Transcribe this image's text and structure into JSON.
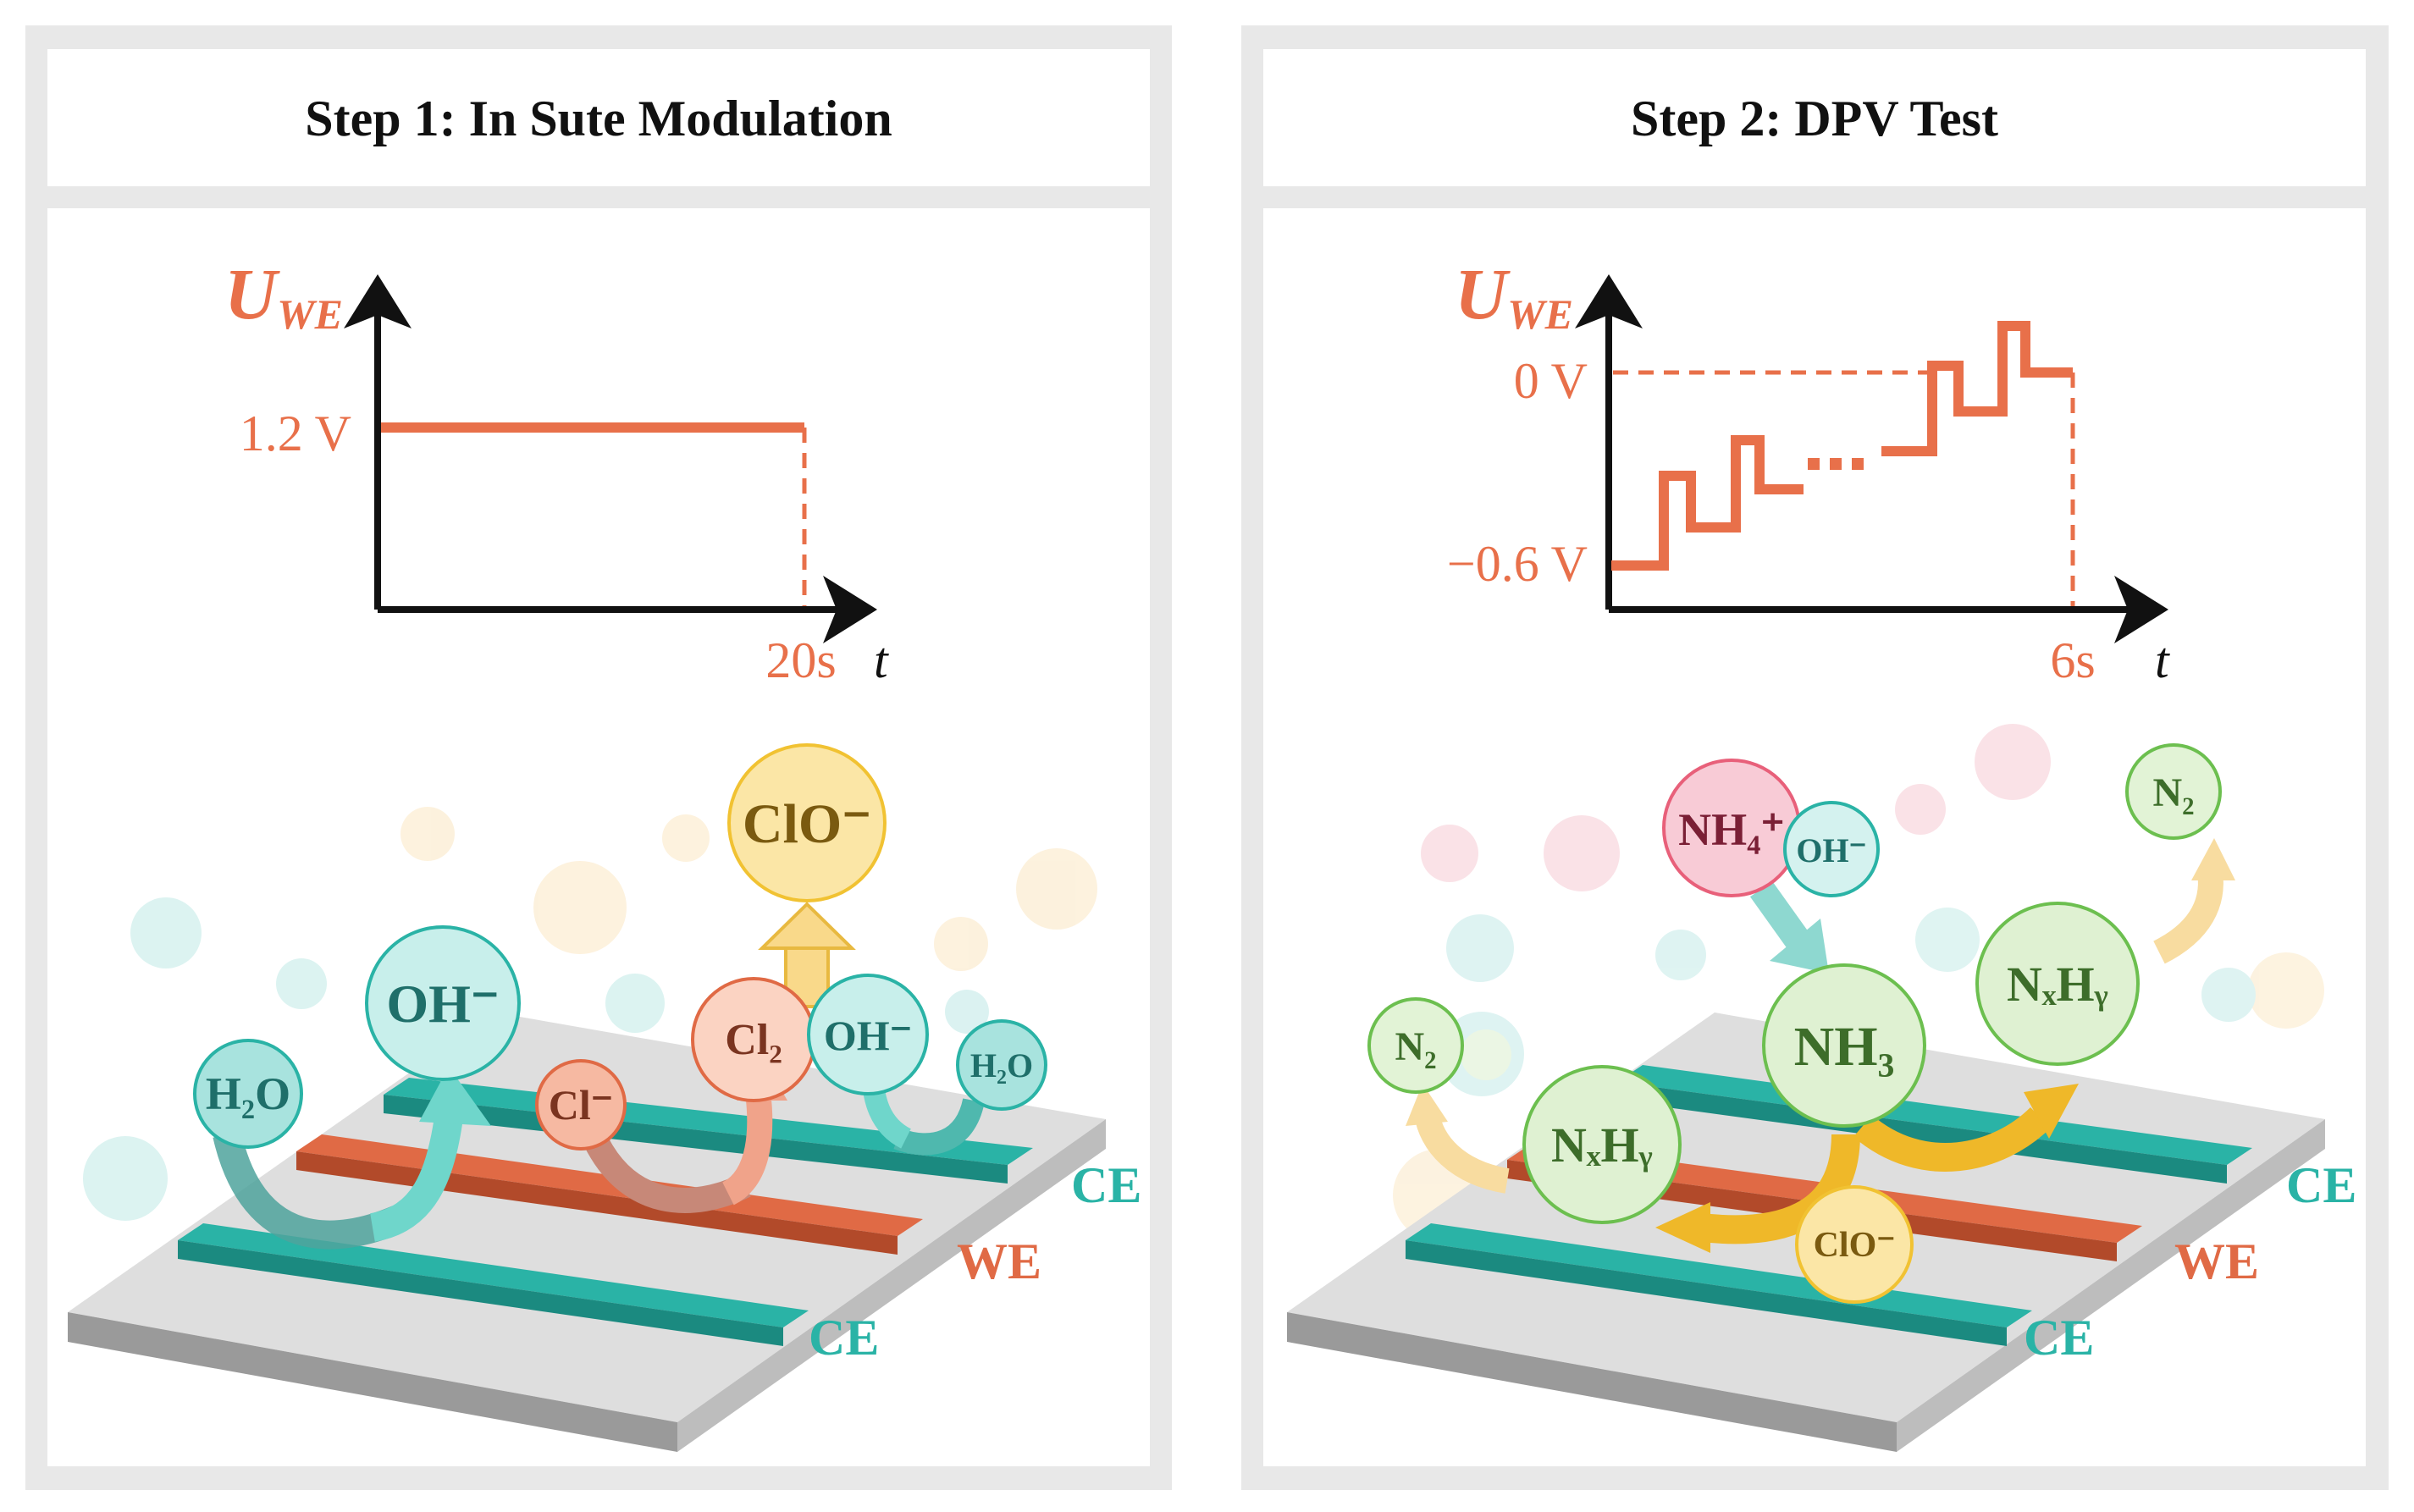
{
  "panels": [
    {
      "title": "Step 1: In Sute Modulation",
      "axis": {
        "y_main": "U",
        "y_sub": "WE",
        "x": "t"
      },
      "ticks": {
        "y": [
          "1.2 V"
        ],
        "x": [
          "20s"
        ]
      },
      "species": {
        "h2o_a": "H₂O",
        "oh_big": "OH⁻",
        "cl_minus": "Cl⁻",
        "cl2": "Cl₂",
        "oh_small": "OH⁻",
        "h2o_b": "H₂O",
        "clo": "ClO⁻"
      },
      "electrodes": {
        "ce_top": "CE",
        "we": "WE",
        "ce_bottom": "CE"
      }
    },
    {
      "title": "Step 2: DPV Test",
      "axis": {
        "y_main": "U",
        "y_sub": "WE",
        "x": "t"
      },
      "ticks": {
        "y": [
          "0 V",
          "−0.6 V"
        ],
        "x": [
          "6s"
        ]
      },
      "species": {
        "nh4": "NH₄⁺",
        "oh": "OH⁻",
        "n2_top": "N₂",
        "nh3": "NH₃",
        "nxhy_right": "NₓHᵧ",
        "n2_left": "N₂",
        "nxhy_left": "NₓHᵧ",
        "clo": "ClO⁻"
      },
      "electrodes": {
        "ce_top": "CE",
        "we": "WE",
        "ce_bottom": "CE"
      }
    }
  ],
  "colors": {
    "accent": "#e8704a",
    "teal": "#2ab3a6",
    "orange_bar": "#e06a45",
    "yellow": "#f5c84a",
    "green": "#7cc96a",
    "pink": "#e8607a",
    "frame": "#e6e6e6"
  },
  "chart_data": [
    {
      "type": "line",
      "title": "",
      "xlabel": "t",
      "ylabel": "U_WE",
      "series": [
        {
          "x": [
            0,
            20
          ],
          "y": [
            1.2,
            1.2
          ]
        }
      ],
      "x_ticks": [
        "20s"
      ],
      "y_ticks": [
        "1.2 V"
      ]
    },
    {
      "type": "line",
      "title": "",
      "xlabel": "t",
      "ylabel": "U_WE",
      "series": [
        {
          "x_range": [
            0,
            6
          ],
          "y_range": [
            -0.6,
            0
          ],
          "shape": "staircase with pulses"
        }
      ],
      "x_ticks": [
        "6s"
      ],
      "y_ticks": [
        "0 V",
        "−0.6 V"
      ]
    }
  ]
}
